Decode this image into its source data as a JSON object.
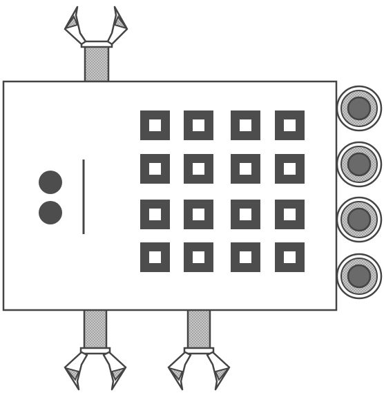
{
  "diagram": {
    "name": "robot-schematic",
    "colors": {
      "outline": "#444444",
      "body_fill": "#ffffff",
      "square_fill": "#4d4d4d",
      "square_hole": "#ffffff",
      "dot_fill": "#4d4d4d",
      "stipple_base": "#c8c8c8",
      "stipple_dot": "#7a7a7a",
      "wheel_inner": "#6a6a6a"
    },
    "panel_grid": {
      "rows": 4,
      "cols": 4
    },
    "eyes": 2,
    "wheels": 4,
    "claws": [
      "top",
      "bottom-left",
      "bottom-right"
    ]
  }
}
